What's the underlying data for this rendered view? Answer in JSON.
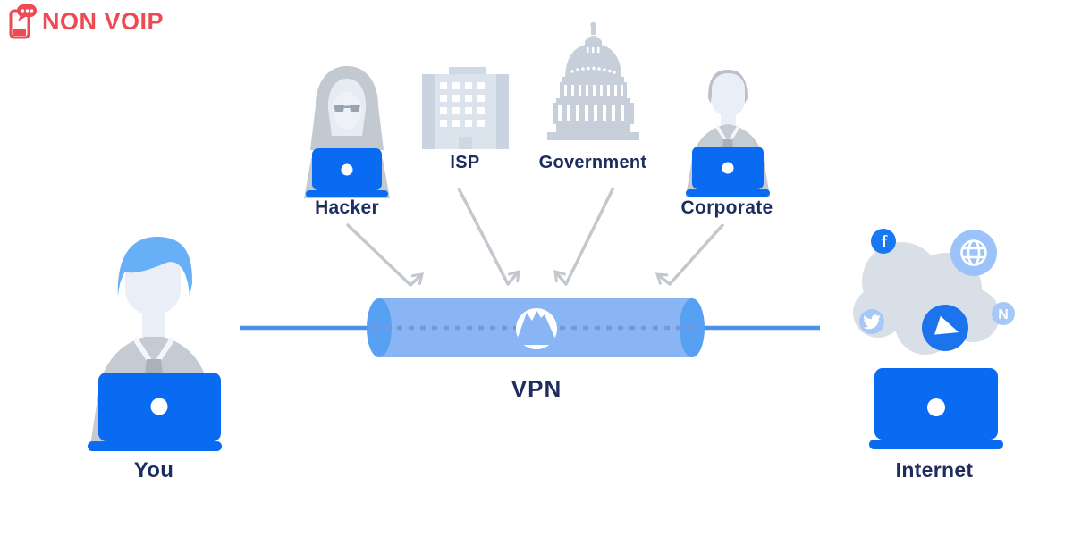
{
  "logo": {
    "text": "NON VOIP",
    "icon": "phone-chat-icon",
    "color": "#ee4a52"
  },
  "threats": {
    "items": [
      {
        "id": "hacker",
        "label": "Hacker",
        "icon": "hacker-hooded-figure-icon"
      },
      {
        "id": "isp",
        "label": "ISP",
        "icon": "office-building-icon"
      },
      {
        "id": "government",
        "label": "Government",
        "icon": "capitol-building-icon"
      },
      {
        "id": "corporate",
        "label": "Corporate",
        "icon": "businessman-laptop-icon"
      }
    ]
  },
  "flow": {
    "you_label": "You",
    "vpn_label": "VPN",
    "internet_label": "Internet",
    "internet_services": [
      "facebook",
      "world-wide-web",
      "twitter",
      "video-player",
      "netflix"
    ],
    "facebook_letter": "f",
    "netflix_letter": "N"
  },
  "colors": {
    "brand_red": "#ee4a52",
    "laptop_blue": "#086bf2",
    "hair_blue": "#67b0f8",
    "tunnel_body_blue": "#8ab5f4",
    "tunnel_cap_blue": "#58a0f1",
    "connection_line_blue": "#4a90e8",
    "tunnel_dash_blue": "#7597dd",
    "label_navy": "#1d2d5f",
    "figure_gray": "#c5cbd3",
    "arrow_gray": "#c3c8ce",
    "cloud_gray": "#d9dfe6",
    "building_gray": "#dbe3ec",
    "capitol_gray": "#c7cfda",
    "facebook_blue": "#1877f2",
    "play_blue": "#1b74ee",
    "light_icon_blue": "#a6c8f8"
  }
}
